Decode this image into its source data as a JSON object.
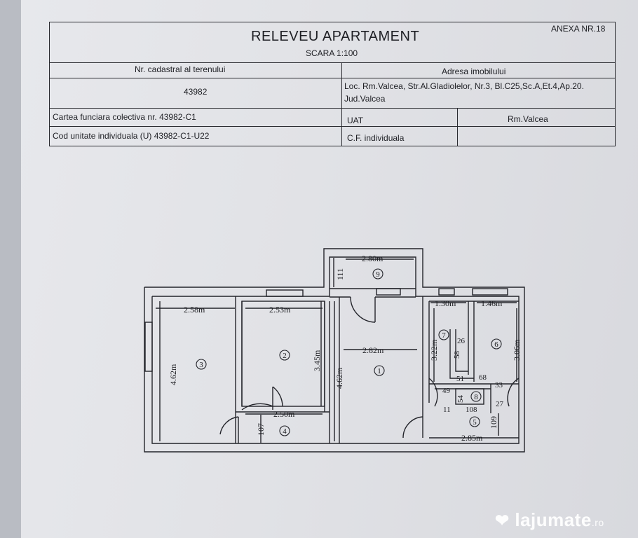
{
  "header": {
    "title": "RELEVEU APARTAMENT",
    "scale": "SCARA 1:100",
    "annex": "ANEXA NR.18"
  },
  "table": {
    "cadastral_label": "Nr. cadastral al terenului",
    "cadastral_value": "43982",
    "address_label": "Adresa imobilului",
    "address_line1": "Loc. Rm.Valcea, Str.Al.Gladiolelor, Nr.3, Bl.C25,Sc.A,Et.4,Ap.20.",
    "address_line2": "Jud.Valcea",
    "cf_colectiva": "Cartea funciara colectiva nr. 43982-C1",
    "uat_label": "UAT",
    "uat_value": "Rm.Valcea",
    "cod_unitate": "Cod unitate individuala (U)  43982-C1-U22",
    "cf_individuala": "C.F. individuala"
  },
  "plan": {
    "room_numbers": [
      "1",
      "2",
      "3",
      "4",
      "5",
      "6",
      "7",
      "8",
      "9"
    ],
    "dimensions": {
      "d9_width": "2.80m",
      "d9_depth": "111",
      "d3_width": "2.58m",
      "d3_height": "4.62m",
      "d2_width": "2.53m",
      "d2_height": "3.45m",
      "d4_width": "2.50m",
      "d4_depth": "107",
      "d1_width": "2.82m",
      "d1_height": "4.62m",
      "d7_width": "1.30m",
      "d7_height": "3.22m",
      "d6_width": "1.46m",
      "d6_height": "3.06m",
      "d5_width": "2.85m",
      "d5_depth": "109",
      "n26": "26",
      "n58": "58",
      "n51": "51",
      "n68": "68",
      "n49": "49",
      "n54": "54",
      "n33": "33",
      "n27": "27",
      "n11": "11",
      "n108": "108"
    }
  },
  "watermark": {
    "brand": "lajumate",
    "tld": ".ro"
  }
}
